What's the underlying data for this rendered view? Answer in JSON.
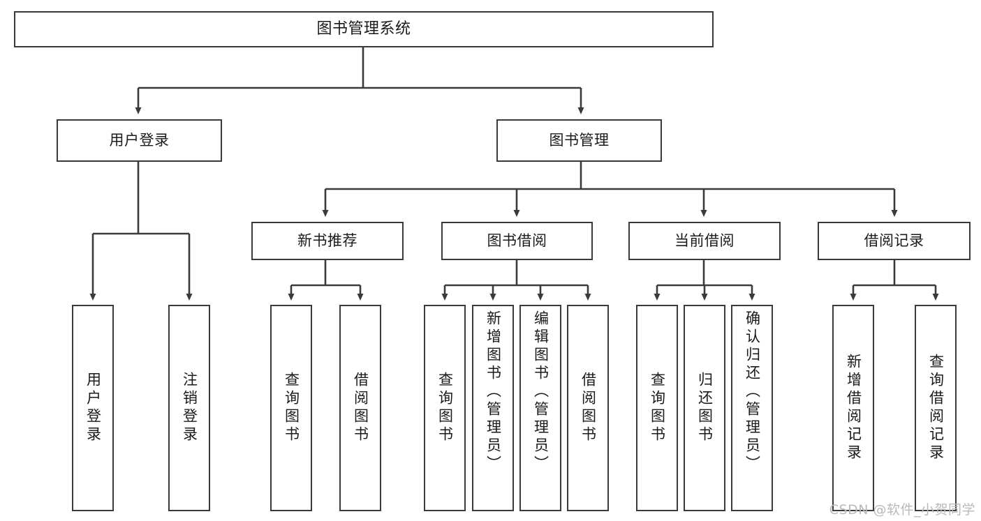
{
  "diagram": {
    "type": "tree-hierarchy",
    "title": "图书管理系统",
    "orientation": "top-down",
    "colors": {
      "box_border": "#3a3a3a",
      "box_fill": "#ffffff",
      "edge": "#3a3a3a",
      "text": "#1a1a1a",
      "watermark": "#b9b9b9",
      "background": "#ffffff"
    },
    "watermark": "CSDN @软件_小贺同学",
    "nodes": {
      "root": {
        "label": "图书管理系统"
      },
      "level2": [
        {
          "label": "用户登录"
        },
        {
          "label": "图书管理"
        }
      ],
      "level3": [
        {
          "label": "新书推荐"
        },
        {
          "label": "图书借阅"
        },
        {
          "label": "当前借阅"
        },
        {
          "label": "借阅记录"
        }
      ],
      "leaves": {
        "user_login": [
          {
            "label": "用户登录"
          },
          {
            "label": "注销登录"
          }
        ],
        "new_book_recommend": [
          {
            "label": "查询图书"
          },
          {
            "label": "借阅图书"
          }
        ],
        "book_borrow": [
          {
            "label": "查询图书"
          },
          {
            "label": "新增图书（管理员）"
          },
          {
            "label": "编辑图书（管理员）"
          },
          {
            "label": "借阅图书"
          }
        ],
        "current_borrow": [
          {
            "label": "查询图书"
          },
          {
            "label": "归还图书"
          },
          {
            "label": "确认归还（管理员）"
          }
        ],
        "borrow_record": [
          {
            "label": "新增借阅记录"
          },
          {
            "label": "查询借阅记录"
          }
        ]
      }
    }
  }
}
